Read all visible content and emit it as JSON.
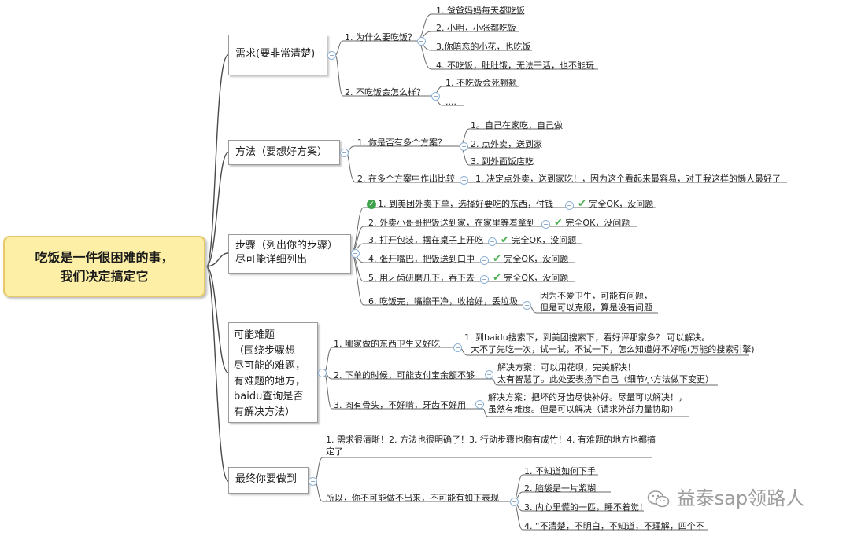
{
  "root": {
    "line1": "吃饭是一件很困难的事，",
    "line2": "我们决定搞定它"
  },
  "needs": {
    "title": "需求(要非常清楚)",
    "q1": "1. 为什么要吃饭？",
    "q1_items": [
      "1. 爸爸妈妈每天都吃饭",
      "2. 小明，小张都吃饭",
      "3.你暗恋的小花，也吃饭",
      "4. 不吃饭，肚肚饿，无法干活，也不能玩"
    ],
    "q2": "2. 不吃饭会怎么样？",
    "q2_items": [
      "1. 不吃饭会死翘翘",
      "...."
    ]
  },
  "method": {
    "title": "方法（要想好方案）",
    "q1": "1. 你是否有多个方案？",
    "q1_items": [
      "1。自己在家吃，自己做",
      "2. 点外卖，送到家",
      "3. 到外面饭店吃"
    ],
    "q2": "2. 在多个方案中作出比较",
    "q2_answer": "1. 决定点外卖，送到家吃！，因为这个看起来最容易，对于我这样的懒人最好了"
  },
  "steps": {
    "title_line1": "步骤（列出你的步骤）",
    "title_line2": "尽可能详细列出",
    "items": [
      {
        "text": "1. 到美团外卖下单，选择好要吃的东西，付钱",
        "status": "完全OK，没问题"
      },
      {
        "text": "2. 外卖小哥哥把饭送到家，在家里等着拿到",
        "status": "完全OK，没问题"
      },
      {
        "text": "3. 打开包装，摆在桌子上开吃",
        "status": "完全OK，没问题"
      },
      {
        "text": "4. 张开嘴巴，把饭送到口中",
        "status": "完全OK，没问题"
      },
      {
        "text": "5. 用牙齿研磨几下，吞下去",
        "status": "完全OK，没问题"
      }
    ],
    "item6": "6. 吃饭完，嘴擦干净，收拾好，丢垃圾",
    "item6_note_line1": "因为不爱卫生，可能有问题，",
    "item6_note_line2": "但是可以克服，算是没有问题"
  },
  "difficulty": {
    "title_lines": [
      "可能难题",
      "（围绕步骤想",
      "尽可能的难题，",
      "有难题的地方，",
      "baidu查询是否",
      "有解决方法）"
    ],
    "p1": "1. 哪家做的东西卫生又好吃",
    "p1_line1": "1. 到baidu搜索下，到美团搜索下，看好评那家多？ 可以解决。",
    "p1_line2": "大不了先吃一次，试一试，不试一下，怎么知道好不好呢(万能的搜索引擎)",
    "p2": "2. 下单的时候，可能支付宝余额不够",
    "p2_line1": "解决方案：可以用花呗，完美解决！",
    "p2_line2": "太有智慧了。此处要表扬下自己（细节小方法做下变更）",
    "p3": "3. 肉有骨头，不好啃，牙齿不好用",
    "p3_line1": "解决方案：把坏的牙齿尽快补好。尽量可以解决！，",
    "p3_line2": "虽然有难度。但是可以解决（请求外部力量协助）"
  },
  "final": {
    "title": "最终你要做到",
    "summary_line1": "1. 需求很清晰！2. 方法也很明确了！3. 行动步骤也胸有成竹！4. 有难题的地方也都搞",
    "summary_line2": "定了",
    "so": "所以，你不可能做不出来，不可能有如下表现",
    "so_items": [
      "1. 不知道如何下手",
      "2. 脑袋是一片浆糊",
      "3. 内心里慌的一匹，睡不着觉！",
      "4. “不清楚，不明白，不知道，不理解，四个不"
    ]
  },
  "watermark": "益泰sap领路人",
  "colors": {
    "root_fill": "#fdf0a6",
    "root_border": "#e7c86a",
    "line": "#5a5a5a",
    "check": "#4caf50"
  }
}
